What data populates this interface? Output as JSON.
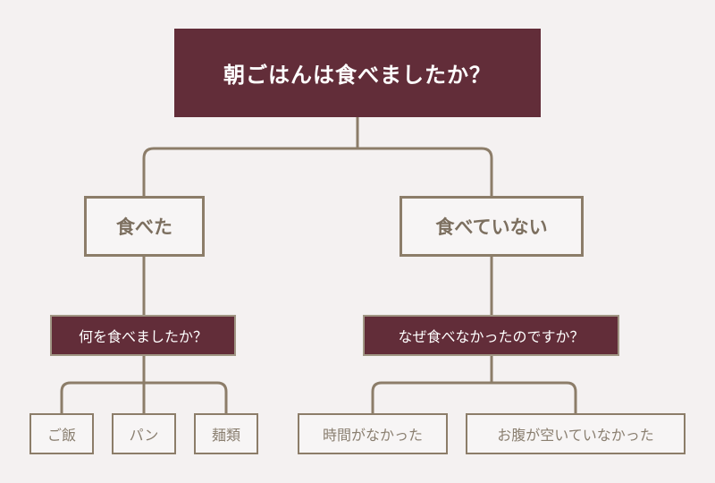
{
  "diagram": {
    "root": {
      "label": "朝ごはんは食べましたか？"
    },
    "ate": {
      "label": "食べた",
      "question": "何を食べましたか？",
      "options": [
        "ご飯",
        "パン",
        "麺類"
      ]
    },
    "not_ate": {
      "label": "食べていない",
      "question": "なぜ食べなかったのですか？",
      "options": [
        "時間がなかった",
        "お腹が空いていなかった"
      ]
    }
  },
  "colors": {
    "background": "#f4f1f1",
    "primary": "#622d39",
    "border": "#8c7d69",
    "connector": "#8c7d69",
    "muted_text": "#8a7f70"
  }
}
